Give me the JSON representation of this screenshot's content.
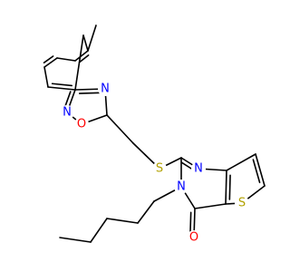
{
  "molecule": {
    "colors": {
      "bond": "#000000",
      "N": "#0000ff",
      "O": "#ff0000",
      "S": "#b2a100",
      "C": "#000000",
      "background": "#ffffff"
    },
    "atoms": [
      {
        "id": "N-oxadiazole-4",
        "element": "N",
        "label": "N"
      },
      {
        "id": "N-oxadiazole-2",
        "element": "N",
        "label": "N"
      },
      {
        "id": "O-oxadiazole-1",
        "element": "O",
        "label": "O"
      },
      {
        "id": "S-thioether",
        "element": "S",
        "label": "S"
      },
      {
        "id": "N-pyrimidine-1",
        "element": "N",
        "label": "N"
      },
      {
        "id": "N-pyrimidine-3",
        "element": "N",
        "label": "N"
      },
      {
        "id": "S-thiophene",
        "element": "S",
        "label": "S"
      },
      {
        "id": "O-carbonyl",
        "element": "O",
        "label": "O"
      }
    ]
  }
}
